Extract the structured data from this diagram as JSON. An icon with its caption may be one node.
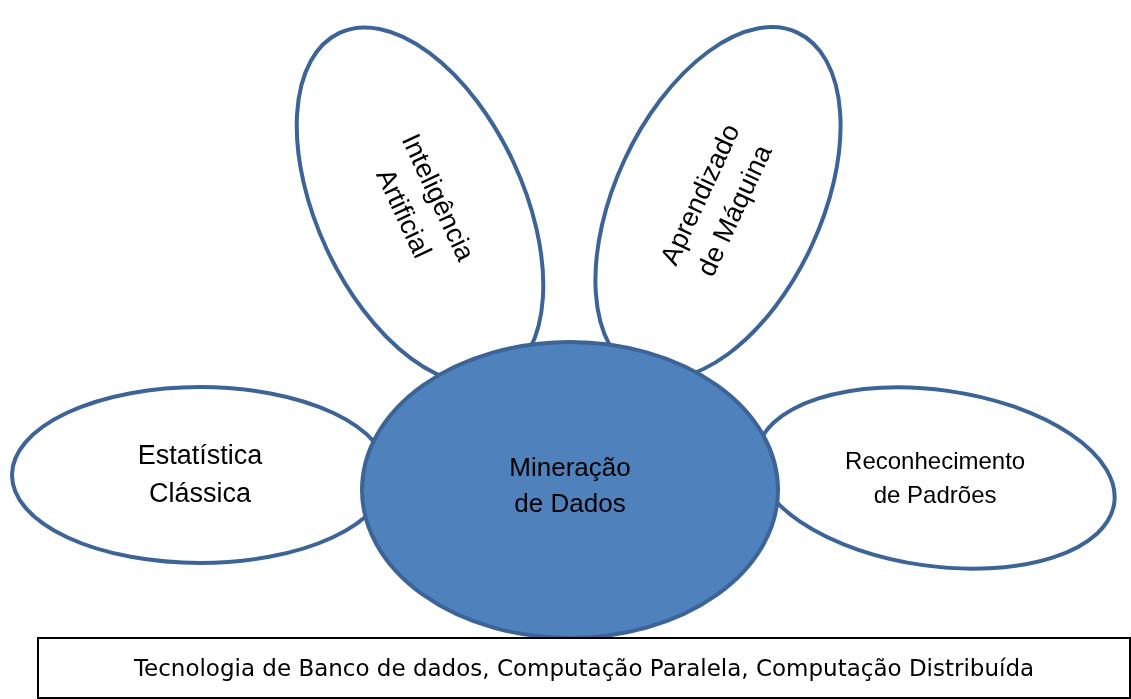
{
  "diagram": {
    "nodes": [
      {
        "text": [
          "Inteligência Artificial"
        ]
      },
      {
        "text": [
          "Aprendizado de Máquina"
        ]
      },
      {
        "text": [
          "Estatística Clássica"
        ]
      },
      {
        "text": [
          "Mineração de Dados"
        ]
      },
      {
        "text": [
          "Reconhecimento de Padrões"
        ]
      },
      {
        "text": [
          "Tecnologia de Banco de dados, Computação Paralela, Computação Distribuída"
        ]
      }
    ],
    "edges": []
  }
}
